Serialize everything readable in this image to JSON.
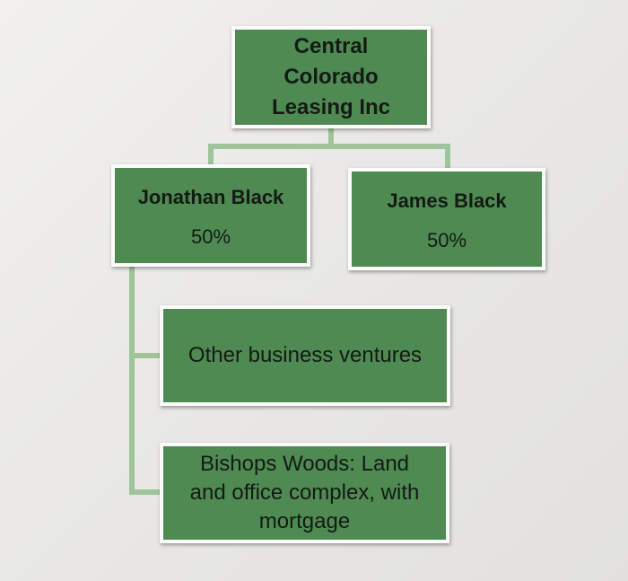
{
  "chart": {
    "root": {
      "lines": [
        "Central",
        "Colorado",
        "Leasing Inc"
      ]
    },
    "owners": [
      {
        "name": "Jonathan Black",
        "share": "50%"
      },
      {
        "name": "James Black",
        "share": "50%"
      }
    ],
    "ventures": [
      {
        "lines": [
          "Other business ventures"
        ]
      },
      {
        "lines": [
          "Bishops Woods:  Land",
          "and office complex, with",
          "mortgage"
        ]
      }
    ]
  },
  "colors": {
    "box_fill": "#4e8a52",
    "box_border": "#fbfbfb",
    "connector": "#9fc39b",
    "text": "#141a14"
  }
}
